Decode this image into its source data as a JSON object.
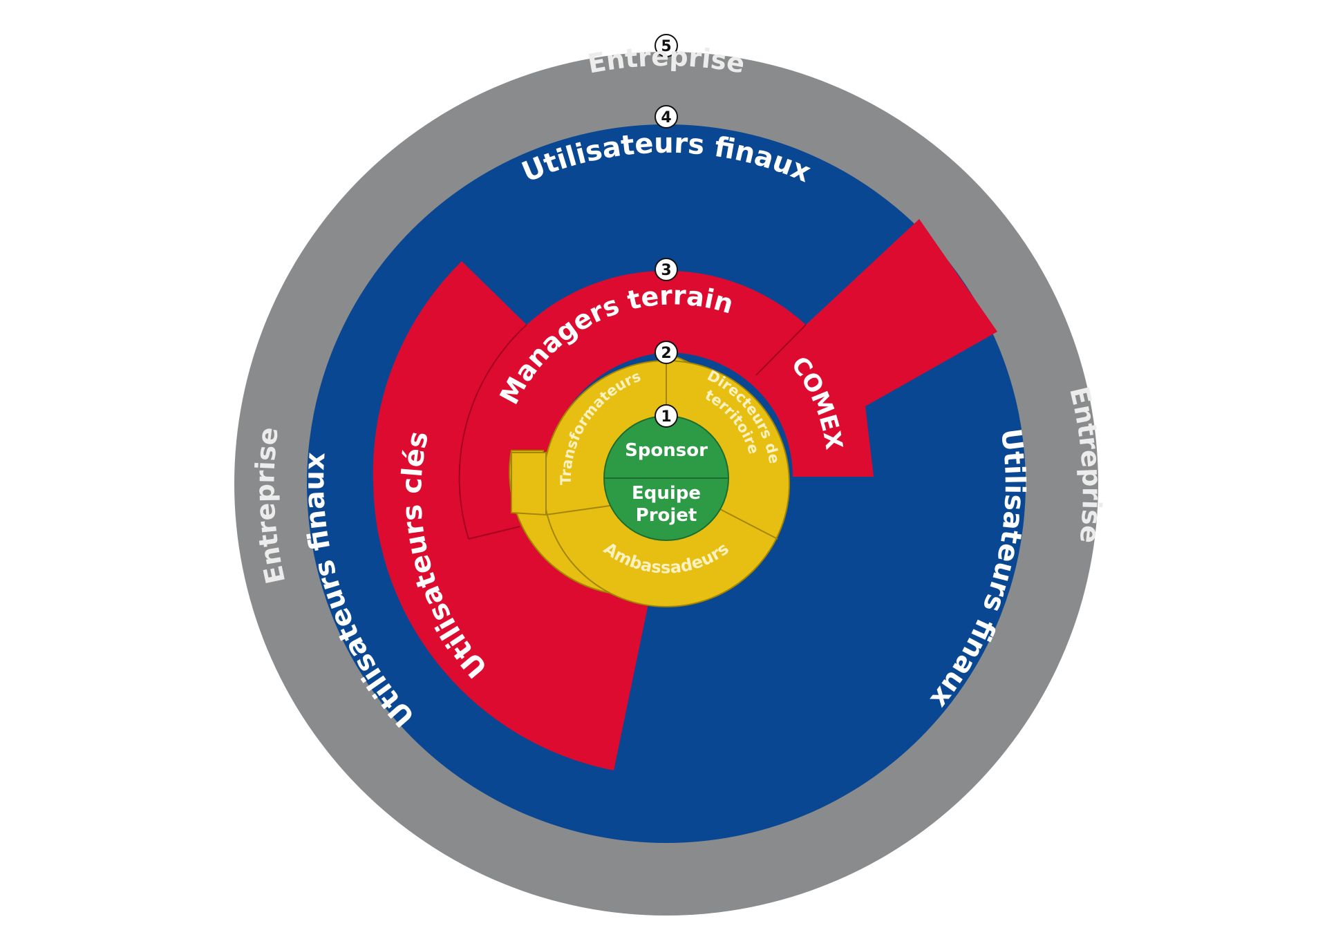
{
  "colors": {
    "enterprise_ring": "#8a8b8c",
    "end_users": "#0a4793",
    "key_users": "#dd0b2f",
    "inner_ring": "#e7bf13",
    "core": "#2d9a45",
    "light_text": "#ffffff",
    "yellow_text": "#fff2c2",
    "grey_text": "#ececec"
  },
  "rings": {
    "enterprise": {
      "number": "5",
      "label": "Entreprise"
    },
    "end_users": {
      "number": "4",
      "label": "Utilisateurs finaux"
    },
    "key_users": {
      "number": "3",
      "managers_label": "Managers terrain",
      "key_users_label": "Utilisateurs clés",
      "comex_label": "COMEX"
    },
    "inner": {
      "number": "2",
      "transformers_label": "Transformateurs",
      "directors_label_line1": "Directeurs de",
      "directors_label_line2": "territoire",
      "ambassadors_label": "Ambassadeurs"
    },
    "core": {
      "number": "1",
      "sponsor_label": "Sponsor",
      "project_team_line1": "Equipe",
      "project_team_line2": "Projet"
    }
  }
}
